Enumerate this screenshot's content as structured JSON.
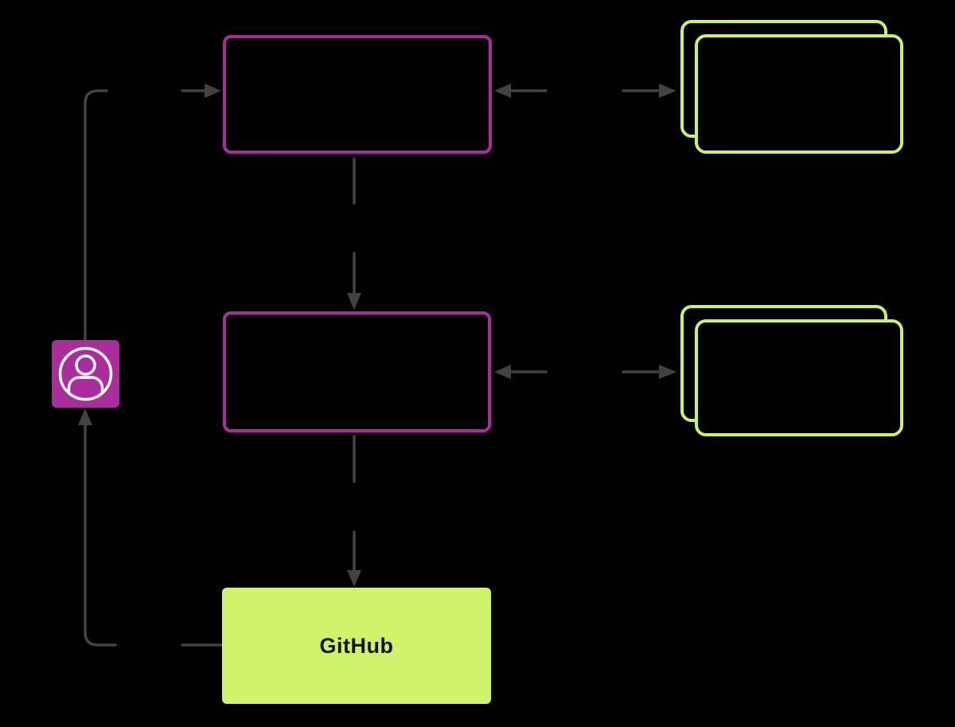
{
  "diagram": {
    "type": "flow-diagram",
    "background": "#000000",
    "colors": {
      "bg": "#000000",
      "magenta": "#A92D9C",
      "lime": "#C9F169",
      "lime_fill": "#CFF26C",
      "arrow": "#424242",
      "icon_stroke": "#FFFFFF",
      "label_text": "#151515"
    },
    "nodes": {
      "top_box": {
        "label": "",
        "style": "magenta-outline"
      },
      "middle_box": {
        "label": "",
        "style": "magenta-outline"
      },
      "top_stack": {
        "label": "",
        "style": "lime-outline-stacked"
      },
      "middle_stack": {
        "label": "",
        "style": "lime-outline-stacked"
      },
      "user": {
        "label": "",
        "icon": "user-icon",
        "style": "magenta-fill"
      },
      "github": {
        "label": "GitHub",
        "style": "lime-fill"
      }
    },
    "connections": [
      {
        "from": "user",
        "to": "top_box",
        "direction": "right",
        "arrowhead": "at-top_box"
      },
      {
        "from": "top_box",
        "to": "middle_box",
        "direction": "down",
        "arrowhead": "at-middle_box"
      },
      {
        "from": "middle_box",
        "to": "github",
        "direction": "down",
        "arrowhead": "at-github"
      },
      {
        "from": "github",
        "to": "user",
        "direction": "left-then-up",
        "arrowhead": "at-user"
      },
      {
        "from": "top_box",
        "to": "top_stack",
        "direction": "bidirectional",
        "arrowhead": "both-outward"
      },
      {
        "from": "middle_box",
        "to": "middle_stack",
        "direction": "bidirectional",
        "arrowhead": "both-outward"
      }
    ]
  }
}
